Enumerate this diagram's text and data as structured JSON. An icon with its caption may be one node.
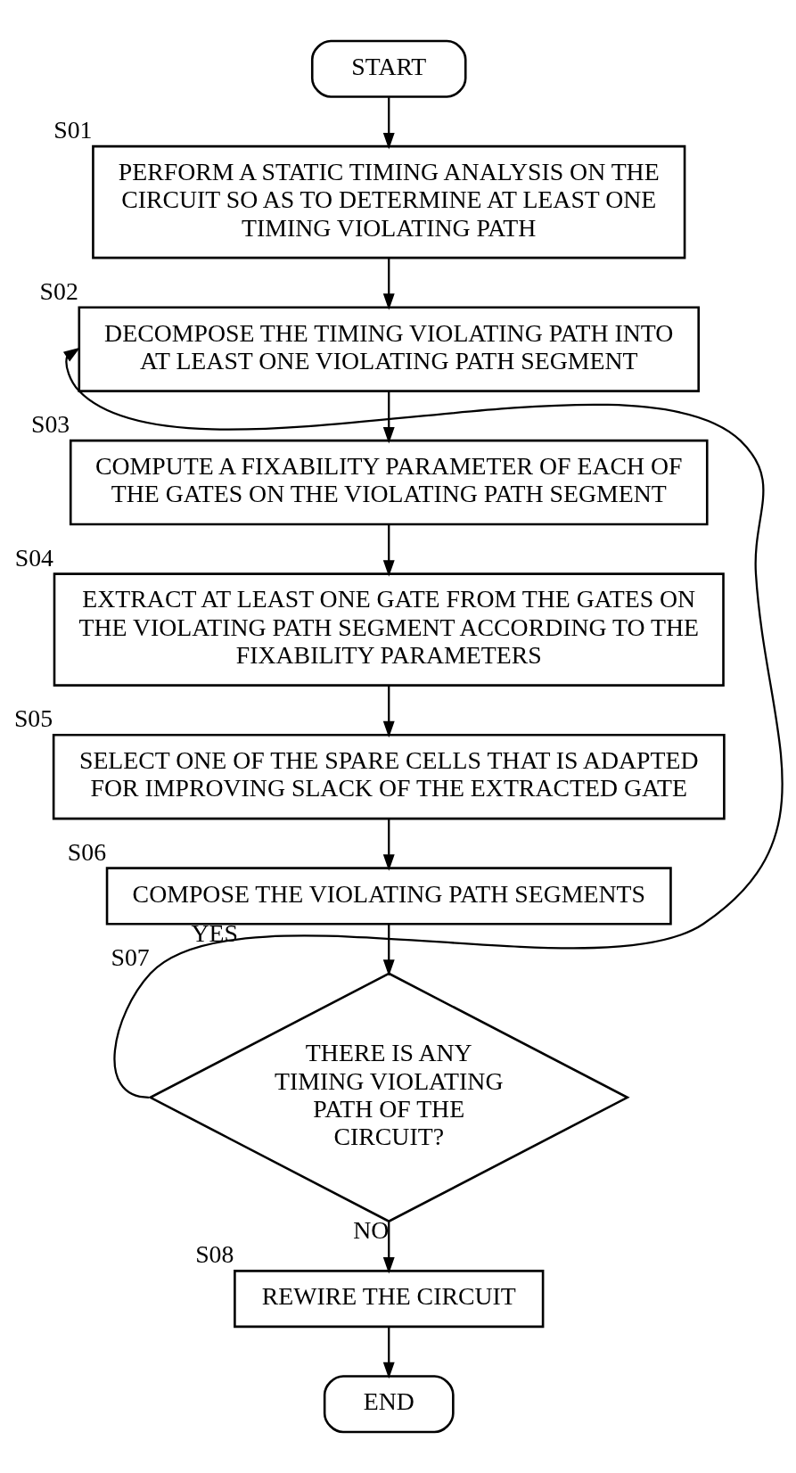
{
  "diagram": {
    "nodes": [
      {
        "text": [
          "START"
        ]
      },
      {
        "text": [
          "PERFORM A STATIC TIMING ANALYSIS ON THE CIRCUIT SO AS TO DETERMINE AT LEAST ONE TIMING VIOLATING PATH"
        ],
        "beside": [
          "S01"
        ]
      },
      {
        "text": [
          "DECOMPOSE THE TIMING VIOLATING PATH INTO AT LEAST ONE VIOLATING PATH SEGMENT"
        ],
        "beside": [
          "S02"
        ]
      },
      {
        "text": [
          "COMPUTE A FIXABILITY PARAMETER OF EACH OF THE GATES ON THE VIOLATING PATH SEGMENT"
        ],
        "beside": [
          "S03"
        ]
      },
      {
        "text": [
          "EXTRACT AT LEAST ONE GATE FROM THE GATES ON THE VIOLATING PATH SEGMENT ACCORDING TO THE FIXABILITY PARAMETERS"
        ],
        "beside": [
          "S04"
        ]
      },
      {
        "text": [
          "SELECT ONE OF THE SPARE CELLS THAT IS ADAPTED FOR IMPROVING SLACK OF THE EXTRACTED GATE"
        ],
        "beside": [
          "S05"
        ]
      },
      {
        "text": [
          "COMPOSE THE VIOLATING PATH SEGMENTS"
        ],
        "beside": [
          "S06"
        ]
      },
      {
        "text": [
          "THERE IS ANY TIMING VIOLATING PATH OF THE CIRCUIT?"
        ],
        "beside": [
          "S07"
        ]
      },
      {
        "text": [
          "REWIRE THE CIRCUIT"
        ],
        "beside": [
          "S08"
        ]
      },
      {
        "text": [
          "END"
        ]
      }
    ],
    "edges": [
      {
        "from": 0,
        "to": 1,
        "arrow": "to"
      },
      {
        "from": 1,
        "to": 2,
        "arrow": "to"
      },
      {
        "from": 2,
        "to": 3,
        "arrow": "to"
      },
      {
        "from": 3,
        "to": 4,
        "arrow": "to"
      },
      {
        "from": 4,
        "to": 5,
        "arrow": "to"
      },
      {
        "from": 5,
        "to": 6,
        "arrow": "to"
      },
      {
        "from": 6,
        "to": 7,
        "arrow": "to"
      },
      {
        "from": 7,
        "to": 2,
        "arrow": "to",
        "label": "YES"
      },
      {
        "from": 7,
        "to": 8,
        "arrow": "to",
        "label": "NO"
      },
      {
        "from": 8,
        "to": 9,
        "arrow": "to"
      }
    ]
  }
}
